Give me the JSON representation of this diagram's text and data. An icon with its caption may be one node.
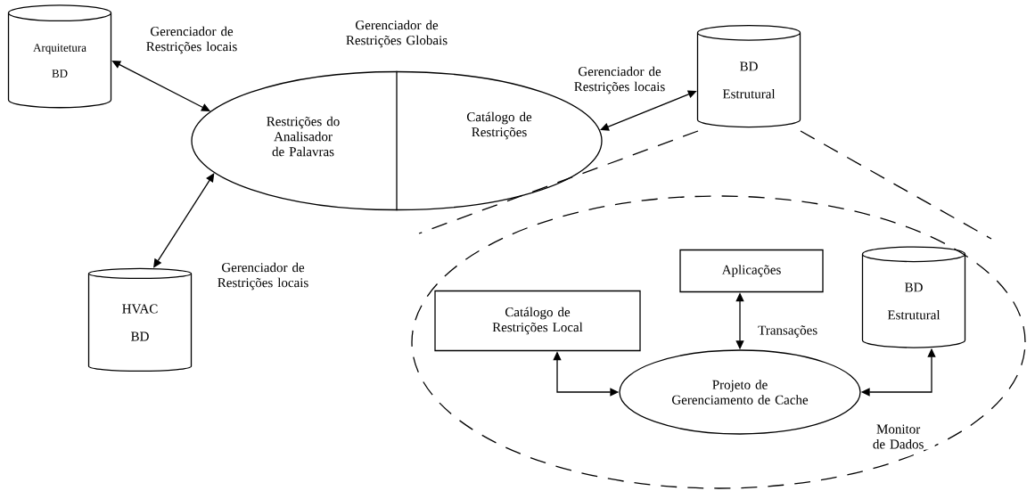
{
  "diagram": {
    "nodes": [
      {
        "text": [
          "Arquitetura BD"
        ]
      },
      {
        "text": [
          "Gerenciador de Restrições Globais",
          "Restrições do Analisador de Palavras",
          "Catálogo de Restrições"
        ]
      },
      {
        "text": [
          "BD Estrutural"
        ]
      },
      {
        "text": [
          "HVAC BD"
        ]
      },
      {
        "text": [],
        "shape": "ellipse"
      },
      {
        "text": [
          "Catálogo de Restrições Local"
        ],
        "in": 4
      },
      {
        "text": [
          "Aplicações"
        ],
        "in": 4
      },
      {
        "text": [
          "BD Estrutural"
        ],
        "in": 4
      },
      {
        "text": [
          "Projeto de Gerenciamento de Cache"
        ],
        "in": 4
      }
    ],
    "edges": [
      {
        "from": 0,
        "to": 1,
        "arrow": "both",
        "label": "Gerenciador de Restrições locais"
      },
      {
        "from": 3,
        "to": 1,
        "arrow": "both",
        "label": "Gerenciador de Restrições locais"
      },
      {
        "from": 1,
        "to": 2,
        "arrow": "both",
        "label": "Gerenciador de Restrições locais"
      },
      {
        "from": 5,
        "to": 8,
        "arrow": "both"
      },
      {
        "from": 6,
        "to": 8,
        "arrow": "both",
        "label": "Transações"
      },
      {
        "from": 7,
        "to": 8,
        "arrow": "both",
        "label": "Monitor de Dados"
      }
    ]
  }
}
